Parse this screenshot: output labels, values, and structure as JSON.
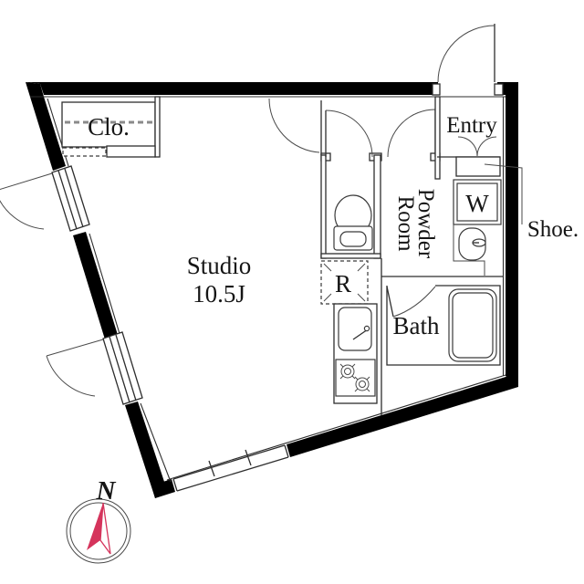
{
  "labels": {
    "closet": "Clo.",
    "entry": "Entry",
    "shoe": "Shoe.",
    "washer": "W",
    "refrigerator": "R",
    "bath": "Bath",
    "powder_line1": "Powder",
    "powder_line2": "Room",
    "studio_line1": "Studio",
    "studio_line2": "10.5J",
    "compass_north": "N"
  },
  "colors": {
    "wall": "#000000",
    "line": "#2e2e2e",
    "compass_needle": "#d5345c",
    "text": "#151515"
  }
}
